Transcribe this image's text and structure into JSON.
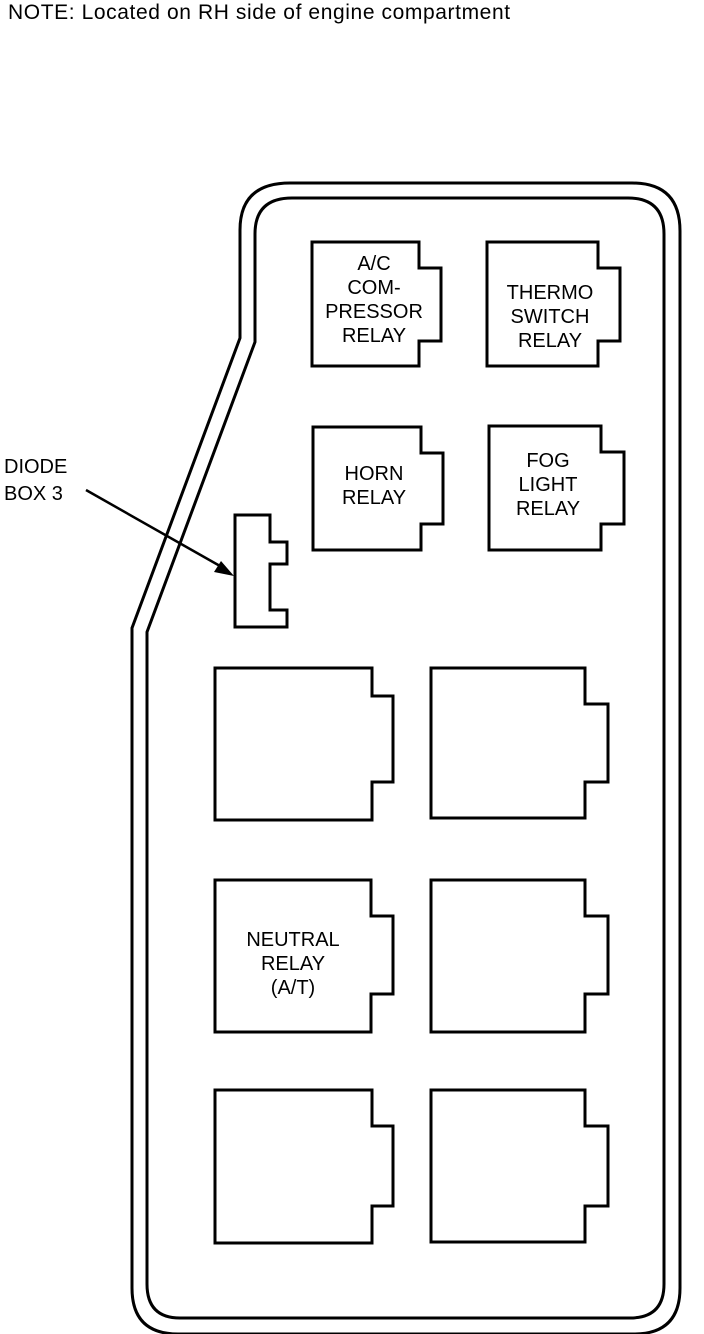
{
  "note": "NOTE: Located on RH side of engine compartment",
  "callout": {
    "line1": "DIODE",
    "line2": "BOX 3"
  },
  "relays": {
    "ac_compressor": [
      "A/C",
      "COM-",
      "PRESSOR",
      "RELAY"
    ],
    "thermo_switch": [
      "THERMO",
      "SWITCH",
      "RELAY"
    ],
    "horn": [
      "HORN",
      "RELAY"
    ],
    "fog_light": [
      "FOG",
      "LIGHT",
      "RELAY"
    ],
    "neutral": [
      "NEUTRAL",
      "RELAY",
      "(A/T)"
    ]
  }
}
